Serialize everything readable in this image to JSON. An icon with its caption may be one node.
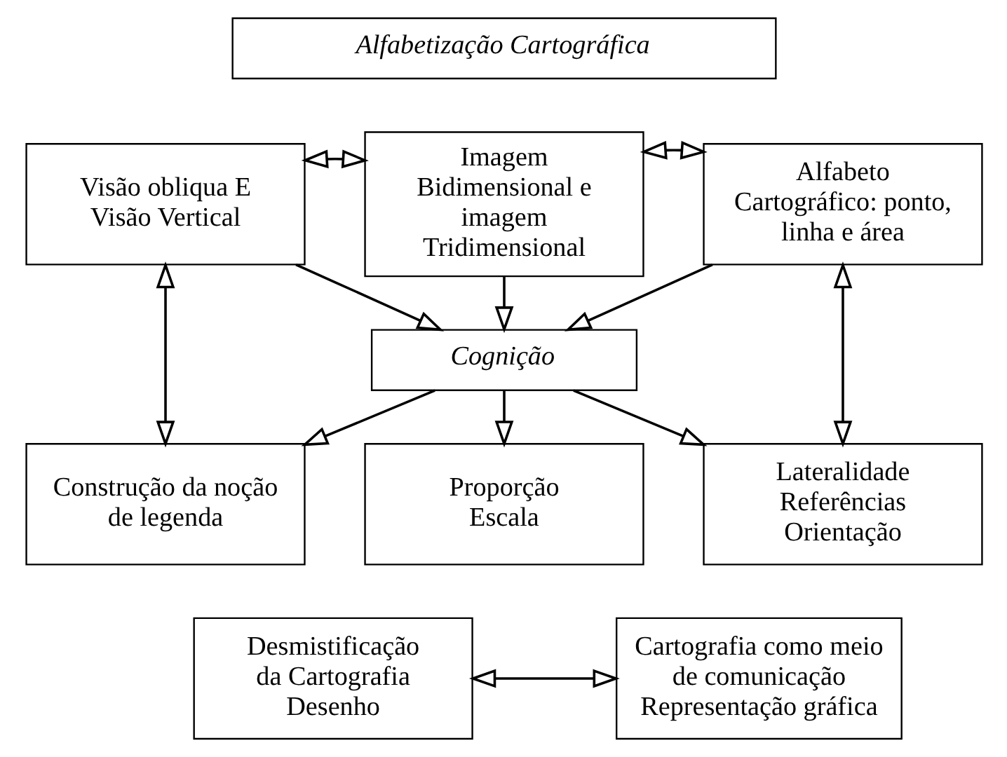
{
  "diagram": {
    "nodes": [
      {
        "text": [
          "Alfabetização Cartográfica"
        ]
      },
      {
        "text": [
          "Visão obliqua E Visão Vertical"
        ]
      },
      {
        "text": [
          "Imagem Bidimensional e imagem Tridimensional"
        ]
      },
      {
        "text": [
          "Alfabeto Cartográfico: ponto, linha e área"
        ]
      },
      {
        "text": [
          "Cognição"
        ]
      },
      {
        "text": [
          "Construção da noção de legenda"
        ]
      },
      {
        "text": [
          "Proporção Escala"
        ]
      },
      {
        "text": [
          "Lateralidade Referências Orientação"
        ]
      },
      {
        "text": [
          "Desmistificação da Cartografia Desenho"
        ]
      },
      {
        "text": [
          "Cartografia como meio de comunicação Representação gráfica"
        ]
      }
    ],
    "edges": [
      {
        "from": 1,
        "to": 2,
        "arrow": "both"
      },
      {
        "from": 2,
        "to": 3,
        "arrow": "both"
      },
      {
        "from": 1,
        "to": 4,
        "arrow": "to"
      },
      {
        "from": 2,
        "to": 4,
        "arrow": "to"
      },
      {
        "from": 3,
        "to": 4,
        "arrow": "to"
      },
      {
        "from": 4,
        "to": 5,
        "arrow": "to"
      },
      {
        "from": 4,
        "to": 6,
        "arrow": "to"
      },
      {
        "from": 4,
        "to": 7,
        "arrow": "to"
      },
      {
        "from": 1,
        "to": 5,
        "arrow": "both"
      },
      {
        "from": 3,
        "to": 7,
        "arrow": "both"
      },
      {
        "from": 8,
        "to": 9,
        "arrow": "both"
      }
    ]
  }
}
